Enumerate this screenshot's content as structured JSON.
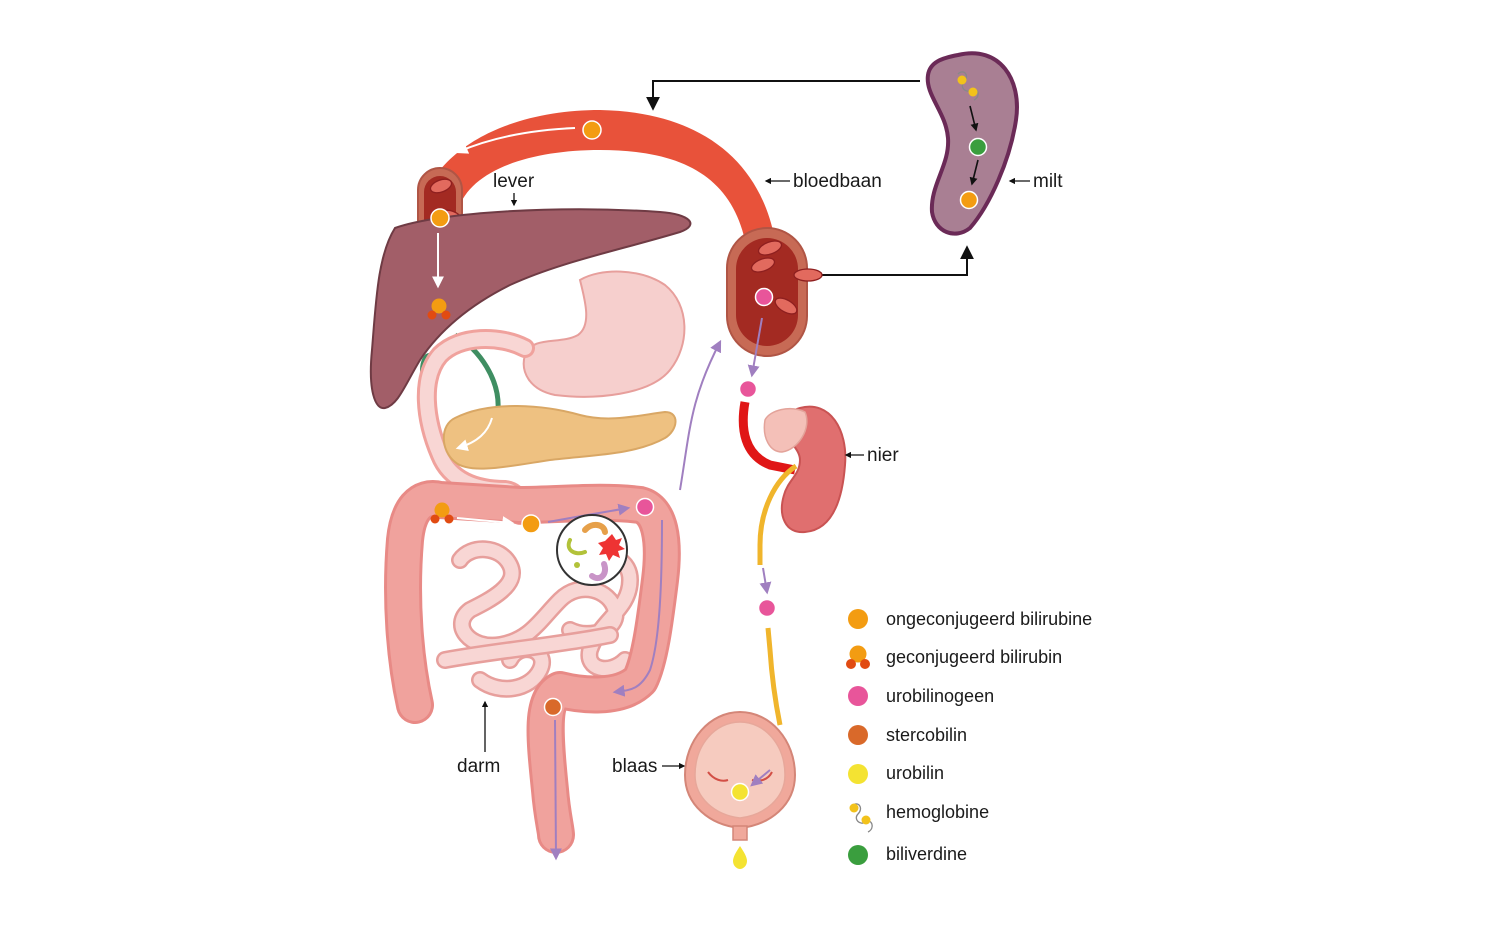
{
  "labels": {
    "liver": "lever",
    "bloodstream": "bloedbaan",
    "spleen": "milt",
    "kidney": "nier",
    "intestine": "darm",
    "bladder": "blaas"
  },
  "legend": [
    {
      "key": "unconjugated",
      "label": "ongeconjugeerd bilirubine",
      "color": "#f39c12"
    },
    {
      "key": "conjugated",
      "label": "geconjugeerd bilirubin",
      "color": "#f39c12"
    },
    {
      "key": "urobilinogen",
      "label": "urobilinogeen",
      "color": "#e8559a"
    },
    {
      "key": "stercobilin",
      "label": "stercobilin",
      "color": "#d9692a"
    },
    {
      "key": "urobilin",
      "label": "urobilin",
      "color": "#f4e332"
    },
    {
      "key": "hemoglobin",
      "label": "hemoglobine",
      "color": "#f2c21b"
    },
    {
      "key": "biliverdin",
      "label": "biliverdine",
      "color": "#3a9e3e"
    }
  ],
  "colors": {
    "blood_vessel": "#e8523a",
    "vessel_inner": "#a32a22",
    "liver": "#a25e68",
    "spleen": "#a97f93",
    "spleen_border": "#6b2a57",
    "stomach": "#f6cfcd",
    "pancreas": "#eec181",
    "intestine": "#f0a29d",
    "kidney": "#e06f6f",
    "bladder": "#f0a89b",
    "gall_duct": "#3f8e62",
    "flow_arrow": "#a07fc0"
  }
}
